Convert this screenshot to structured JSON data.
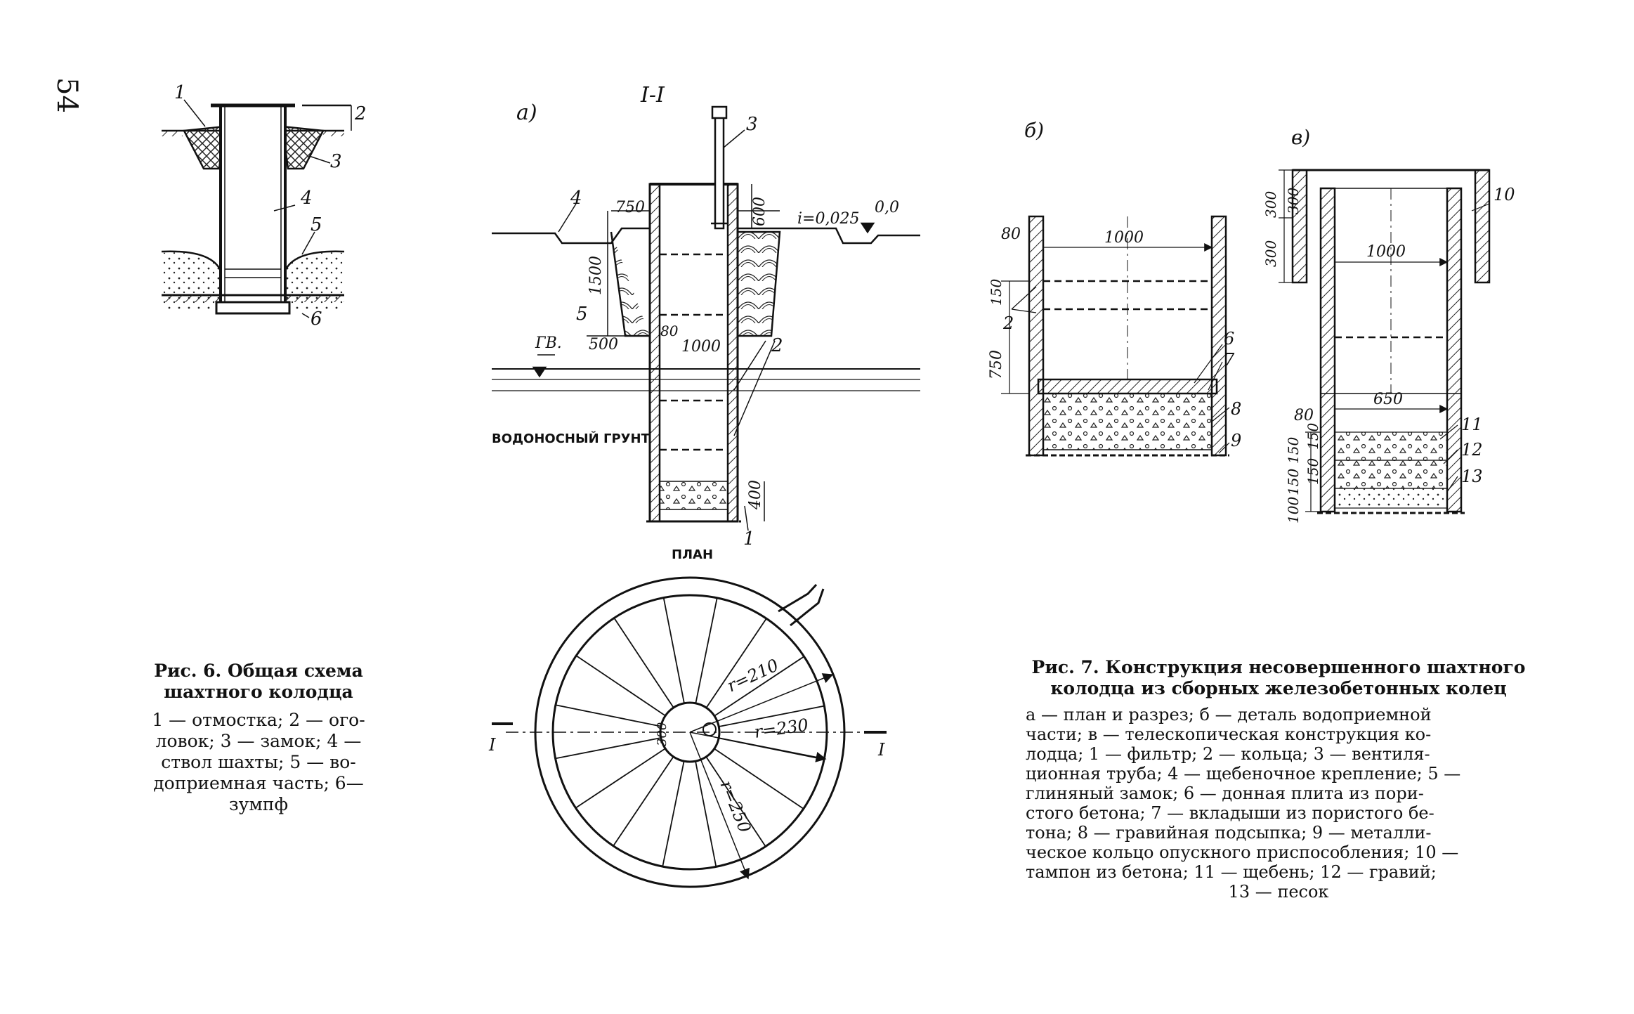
{
  "page_number": "54",
  "fig6": {
    "title_l1": "Рис. 6. Общая схема",
    "title_l2": "шахтного колодца",
    "legend": [
      "1 — отмостка; 2 — ого-",
      "ловок; 3 — замок; 4 —",
      "ствол шахты; 5 — во-",
      "доприемная часть; 6—",
      "зумпф"
    ],
    "labels": [
      "1",
      "2",
      "3",
      "4",
      "5",
      "6"
    ]
  },
  "fig7": {
    "title_l1": "Рис. 7. Конструкция несовершенного шахтного",
    "title_l2": "колодца из сборных железобетонных колец",
    "legend": [
      "а — план и разрез; б — деталь водоприемной",
      "части; в — телескопическая конструкция ко-",
      "лодца; 1 — фильтр; 2 — кольца; 3 — вентиля-",
      "ционная труба; 4 — щебеночное крепление; 5 —",
      "глиняный замок; 6 — донная плита из пори-",
      "стого бетона; 7 — вкладыши из пористого бе-",
      "тона; 8 — гравийная подсыпка; 9 — металли-",
      "ческое кольцо опускного приспособления; 10 —",
      "тампон из бетона; 11 — щебень; 12 — гравий;",
      "13 — песок"
    ]
  },
  "fig7a": {
    "panel_label": "а)",
    "section_label": "I-I",
    "dims": {
      "d750": "750",
      "d600": "600",
      "slope": "i=0,025",
      "zero": "0,0",
      "d1500": "1500",
      "d500": "500",
      "d80": "80",
      "d1000": "1000",
      "d400": "400"
    },
    "gv": "ГВ.",
    "aquifer": "ВОДОНОСНЫЙ ГРУНТ",
    "plan": "ПЛАН",
    "labels": {
      "n1": "1",
      "n2": "2",
      "n3": "3",
      "n4": "4",
      "n5": "5"
    }
  },
  "plan": {
    "r210": "r=210",
    "r230": "r=230",
    "r250": "r=250",
    "d300": "300",
    "sec_left": "I",
    "sec_right": "I"
  },
  "fig7b": {
    "panel_label": "б)",
    "dims": {
      "d80": "80",
      "d1000": "1000",
      "d150": "150",
      "d750": "750"
    },
    "labels": {
      "n2": "2",
      "n6": "6",
      "n7": "7",
      "n8": "8",
      "n9": "9"
    }
  },
  "fig7c": {
    "panel_label": "в)",
    "dims": {
      "d300a": "300",
      "d300b": "300",
      "d300c": "300",
      "d1000": "1000",
      "d80": "80",
      "d650": "650",
      "d150a": "150",
      "d150b": "150",
      "d150c": "150",
      "d150d": "150",
      "d100": "100"
    },
    "labels": {
      "n10": "10",
      "n11": "11",
      "n12": "12",
      "n13": "13"
    }
  }
}
